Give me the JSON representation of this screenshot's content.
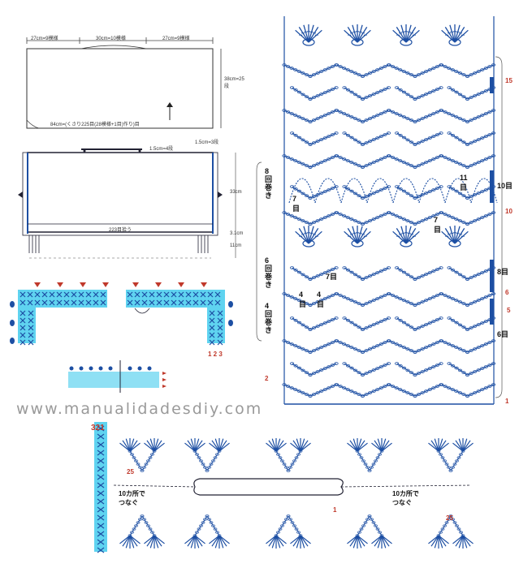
{
  "schematic": {
    "dim_left": "27cm=9模様",
    "dim_mid": "30cm=10模様",
    "dim_right": "27cm=9模様",
    "dim_height": "38cm=25段",
    "base_label": "84cm=(くさり225目(28模様+1目)作り)目"
  },
  "bag": {
    "handle_label": "1.5cm=4段",
    "handle_label2": "1.5cm=3段",
    "height_label": "33cm",
    "width_label": "223目拾う",
    "fringe_label": "11cm",
    "side_label": "3.1cm"
  },
  "edge_numbers": "1 2 3",
  "chart": {
    "row_labels": [
      "15",
      "10",
      "6",
      "5",
      "2",
      "1"
    ],
    "count_labels": [
      "10目",
      "8目",
      "6目",
      "11目",
      "7目",
      "7目",
      "7目",
      "4目",
      "4目"
    ],
    "side_labels": [
      "8回巻き",
      "6回巻き",
      "4回巻き"
    ]
  },
  "joining": {
    "top_numbers": "321",
    "row_label_a": "25",
    "row_label_b": "25",
    "join_note_a": "10カ所でつなぐ",
    "join_note_b": "10カ所でつなぐ",
    "marker": "1"
  },
  "watermark": "www.manualidadesdiy.com",
  "colors": {
    "stitch_blue": "#1d4fa3",
    "highlight_cyan": "#5fd3f0",
    "accent_red": "#c0392b"
  }
}
